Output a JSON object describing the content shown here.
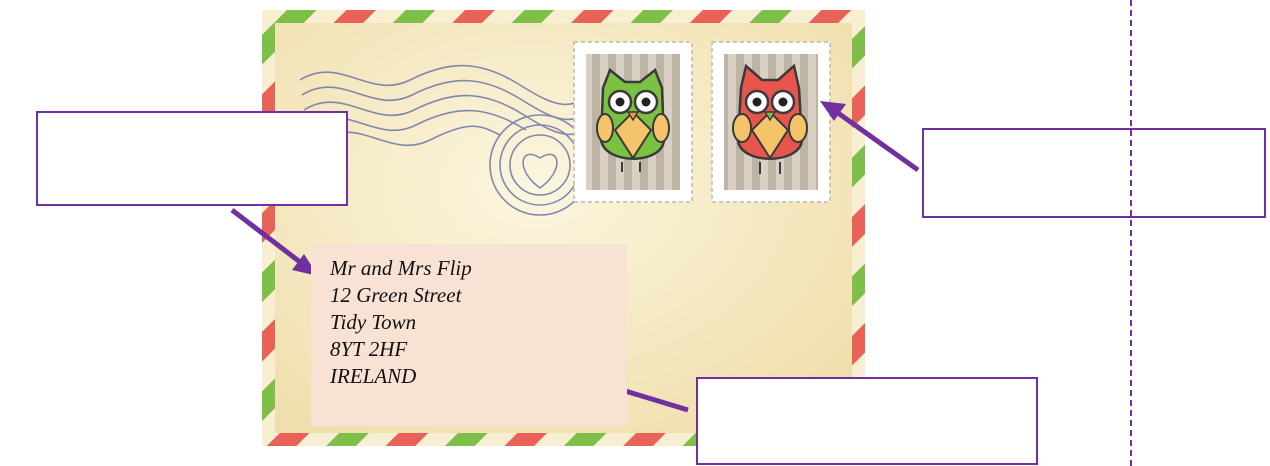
{
  "colors": {
    "envelope_paper": "#f1e2b4",
    "envelope_highlight": "#fbf6df",
    "airmail_red": "#e86258",
    "airmail_green": "#7ebf4a",
    "address_block": "#f8e2d4",
    "arrow_purple": "#7030a0",
    "postmark_ink": "#6e74a8",
    "stamp_green_owl": "#7dc142",
    "stamp_red_owl": "#e8554d"
  },
  "envelope": {
    "address": {
      "line_1": "Mr and Mrs Flip",
      "line_2": "12 Green Street",
      "line_3": "Tidy Town",
      "line_4": "8YT 2HF",
      "line_5": "IRELAND"
    },
    "stamps": [
      {
        "icon": "green-owl-icon"
      },
      {
        "icon": "red-owl-icon"
      }
    ],
    "postmark_icon": "postmark-icon"
  },
  "labels": {
    "left": "",
    "right": "",
    "bottom": ""
  }
}
